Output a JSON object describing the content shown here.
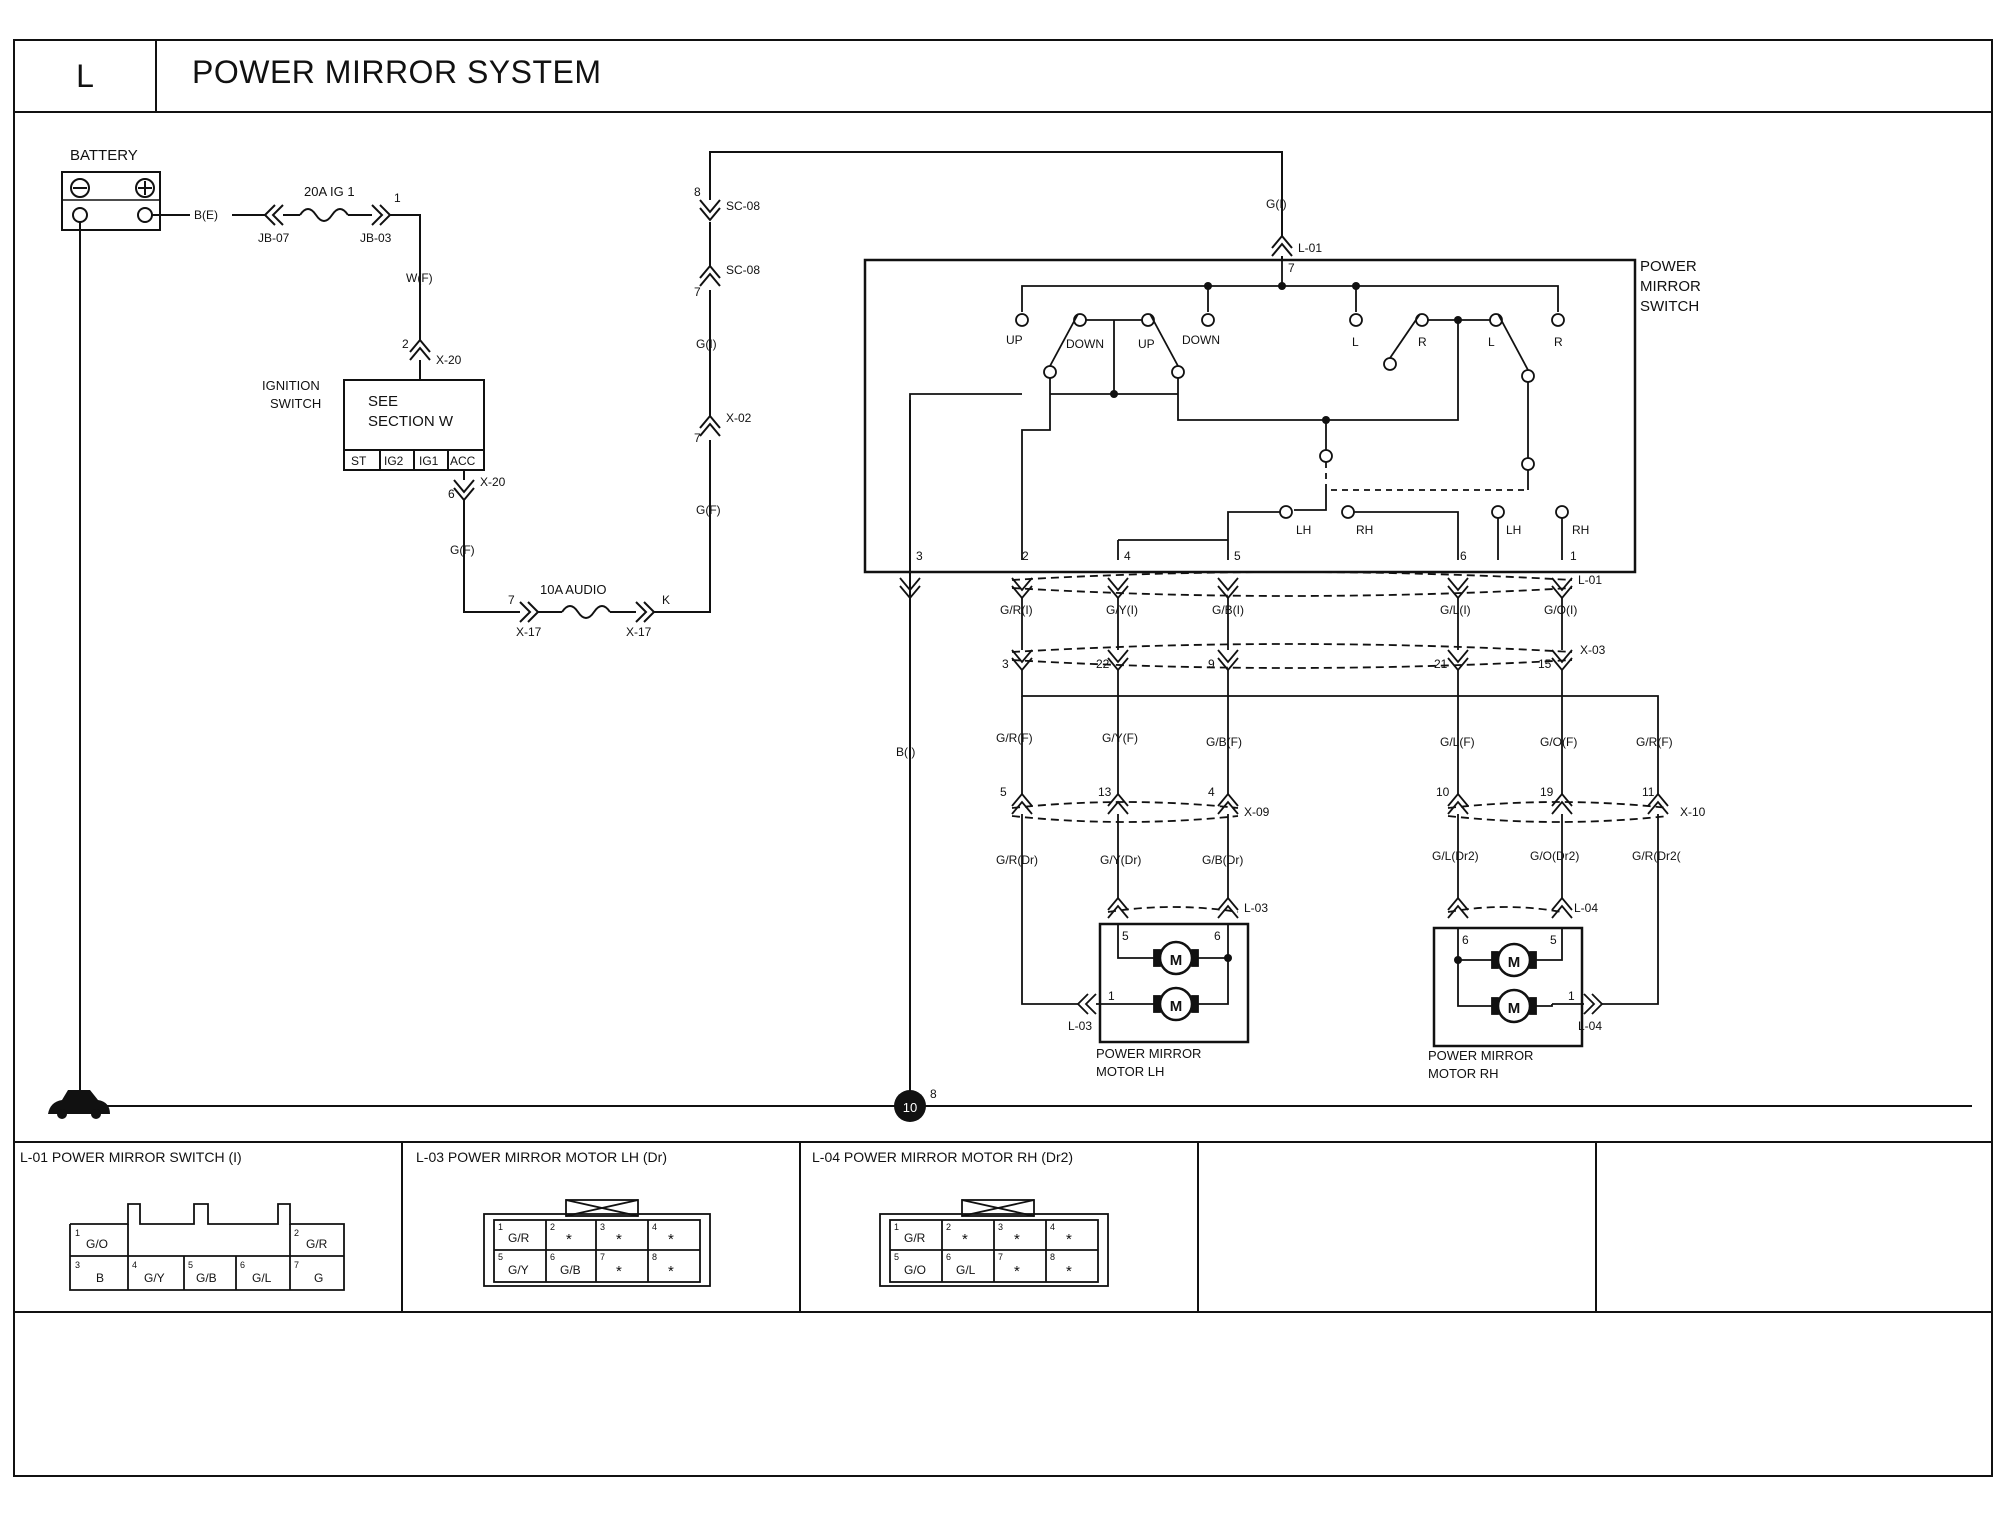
{
  "header": {
    "section_letter": "L",
    "title": "POWER MIRROR SYSTEM"
  },
  "power_supply": {
    "battery": "BATTERY",
    "battery_wire": "B(E)",
    "fuse_ig": "20A IG 1",
    "jb_left": "JB-07",
    "jb_right": "JB-03",
    "pin_fuse_out": "1",
    "wire_w": "W(F)",
    "pin_x20_top": "2",
    "conn_x20_top": "X-20",
    "ignition_label_1": "IGNITION",
    "ignition_label_2": "SWITCH",
    "ignition_see_1": "SEE",
    "ignition_see_2": "SECTION W",
    "ignition_positions": [
      "ST",
      "IG2",
      "IG1",
      "ACC"
    ],
    "pin_x20_bottom": "6",
    "conn_x20_bottom": "X-20",
    "wire_gf_left": "G(F)",
    "fuse_audio": "10A AUDIO",
    "pin_x17_left": "7",
    "conn_x17_left": "X-17",
    "pin_x17_right": "K",
    "conn_x17_right": "X-17",
    "wire_gf_mid": "G(F)",
    "pin_x02": "7",
    "conn_x02": "X-02",
    "wire_gi_mid": "G(I)",
    "pin_sc08_top": "8",
    "conn_sc08_top": "SC-08",
    "pin_sc08_bottom": "7",
    "conn_sc08_bottom": "SC-08",
    "wire_gi_top": "G(I)",
    "pin_l01_top": "7",
    "conn_l01_top": "L-01"
  },
  "switch": {
    "title_1": "POWER",
    "title_2": "MIRROR",
    "title_3": "SWITCH",
    "contacts_top": [
      "UP",
      "DOWN",
      "UP",
      "DOWN",
      "L",
      "R",
      "L",
      "R"
    ],
    "contacts_bottom": [
      "LH",
      "RH",
      "LH",
      "RH"
    ],
    "pins": [
      "3",
      "2",
      "4",
      "5",
      "6",
      "1"
    ],
    "conn": "L-01"
  },
  "harness": {
    "wires_l01": [
      "G/R(I)",
      "G/Y(I)",
      "G/B(I)",
      "G/L(I)",
      "G/O(I)"
    ],
    "pins_x03": [
      "3",
      "22",
      "9",
      "21",
      "15"
    ],
    "conn_x03": "X-03",
    "wire_ground": "B(I)",
    "wires_f": [
      "G/R(F)",
      "G/Y(F)",
      "G/B(F)",
      "G/L(F)",
      "G/O(F)",
      "G/R(F)"
    ],
    "pins_x09": [
      "5",
      "13",
      "4"
    ],
    "conn_x09": "X-09",
    "pins_x10": [
      "10",
      "19",
      "11"
    ],
    "conn_x10": "X-10",
    "wires_dr": [
      "G/R(Dr)",
      "G/Y(Dr)",
      "G/B(Dr)"
    ],
    "wires_dr2": [
      "G/L(Dr2)",
      "G/O(Dr2)",
      "G/R(Dr2("
    ]
  },
  "motors": {
    "lh_conn": "L-03",
    "lh_pins": [
      "5",
      "6",
      "1"
    ],
    "lh_name_1": "POWER MIRROR",
    "lh_name_2": "MOTOR LH",
    "lh_bottom_conn": "L-03",
    "rh_conn": "L-04",
    "rh_pins": [
      "6",
      "5",
      "1"
    ],
    "rh_name_1": "POWER MIRROR",
    "rh_name_2": "MOTOR RH",
    "rh_bottom_conn": "L-04",
    "motor_symbol": "M"
  },
  "ground": {
    "number": "10",
    "pin": "8"
  },
  "connector_table": {
    "l01": {
      "title": "L-01 POWER MIRROR SWITCH (I)",
      "cells": [
        {
          "pin": "1",
          "wire": "G/O"
        },
        {
          "pin": "2",
          "wire": "G/R"
        },
        {
          "pin": "3",
          "wire": "B"
        },
        {
          "pin": "4",
          "wire": "G/Y"
        },
        {
          "pin": "5",
          "wire": "G/B"
        },
        {
          "pin": "6",
          "wire": "G/L"
        },
        {
          "pin": "7",
          "wire": "G"
        }
      ]
    },
    "l03": {
      "title": "L-03 POWER MIRROR MOTOR LH (Dr)",
      "cells": [
        {
          "pin": "1",
          "wire": "G/R"
        },
        {
          "pin": "2",
          "wire": "*"
        },
        {
          "pin": "3",
          "wire": "*"
        },
        {
          "pin": "4",
          "wire": "*"
        },
        {
          "pin": "5",
          "wire": "G/Y"
        },
        {
          "pin": "6",
          "wire": "G/B"
        },
        {
          "pin": "7",
          "wire": "*"
        },
        {
          "pin": "8",
          "wire": "*"
        }
      ]
    },
    "l04": {
      "title": "L-04 POWER MIRROR MOTOR RH (Dr2)",
      "cells": [
        {
          "pin": "1",
          "wire": "G/R"
        },
        {
          "pin": "2",
          "wire": "*"
        },
        {
          "pin": "3",
          "wire": "*"
        },
        {
          "pin": "4",
          "wire": "*"
        },
        {
          "pin": "5",
          "wire": "G/O"
        },
        {
          "pin": "6",
          "wire": "G/L"
        },
        {
          "pin": "7",
          "wire": "*"
        },
        {
          "pin": "8",
          "wire": "*"
        }
      ]
    }
  }
}
